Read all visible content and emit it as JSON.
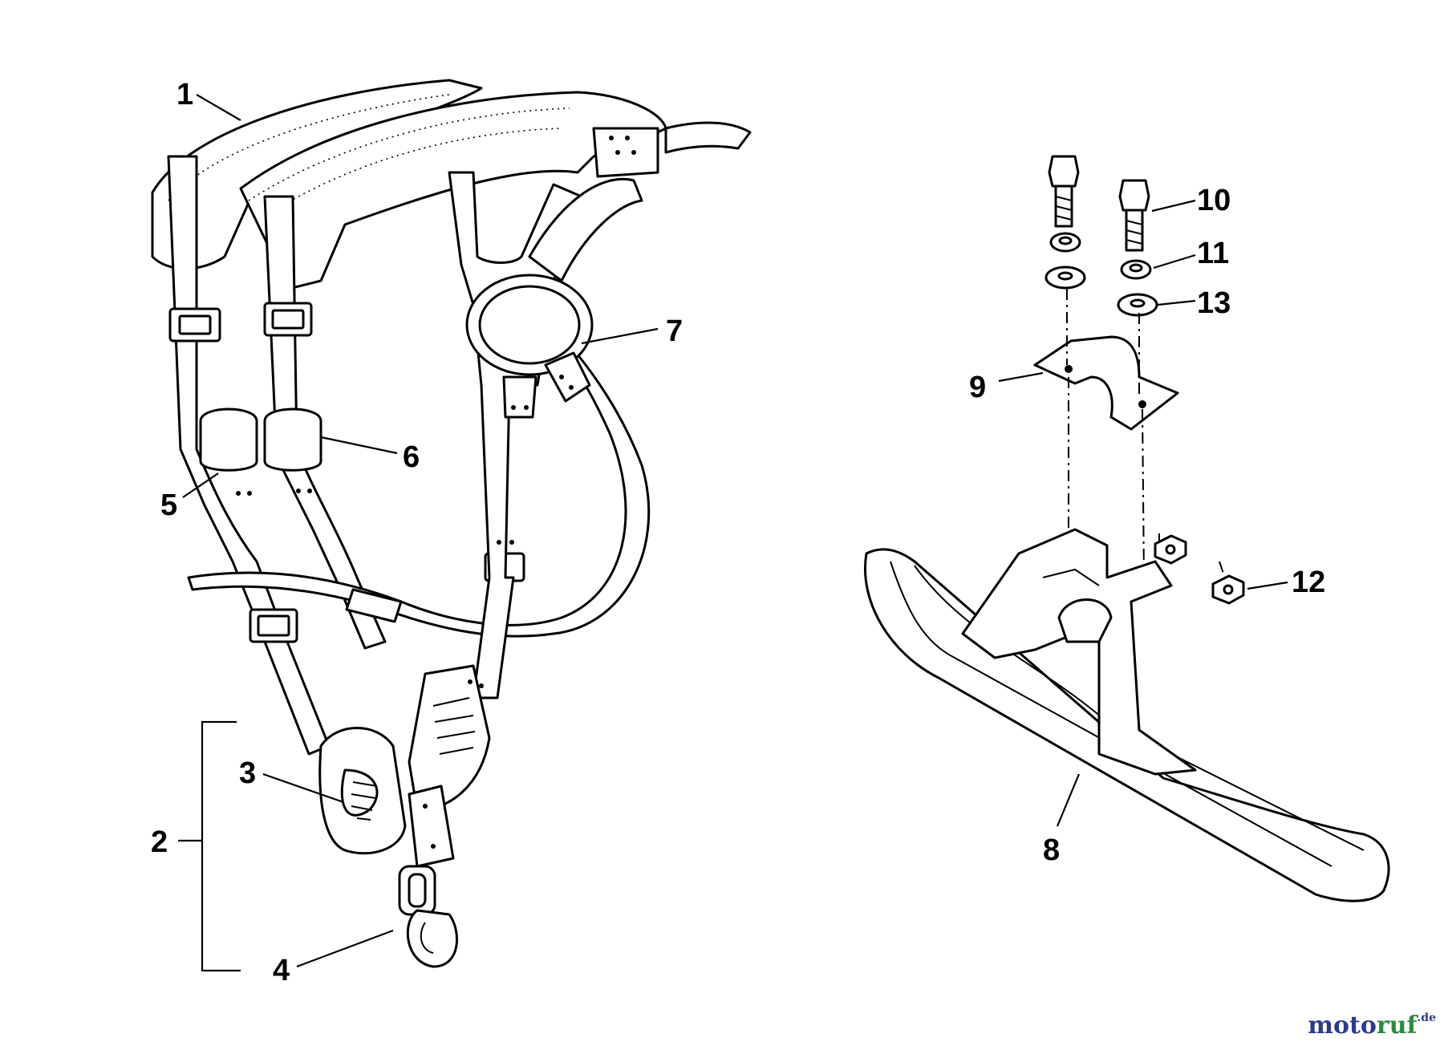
{
  "callouts": [
    {
      "id": "1",
      "label": "1"
    },
    {
      "id": "2",
      "label": "2"
    },
    {
      "id": "3",
      "label": "3"
    },
    {
      "id": "4",
      "label": "4"
    },
    {
      "id": "5",
      "label": "5"
    },
    {
      "id": "6",
      "label": "6"
    },
    {
      "id": "7",
      "label": "7"
    },
    {
      "id": "8",
      "label": "8"
    },
    {
      "id": "9",
      "label": "9"
    },
    {
      "id": "10",
      "label": "10"
    },
    {
      "id": "11",
      "label": "11"
    },
    {
      "id": "12",
      "label": "12"
    },
    {
      "id": "13",
      "label": "13"
    }
  ],
  "watermark": {
    "part1": "moto",
    "part2": "ruf",
    "suffix": ".de"
  }
}
